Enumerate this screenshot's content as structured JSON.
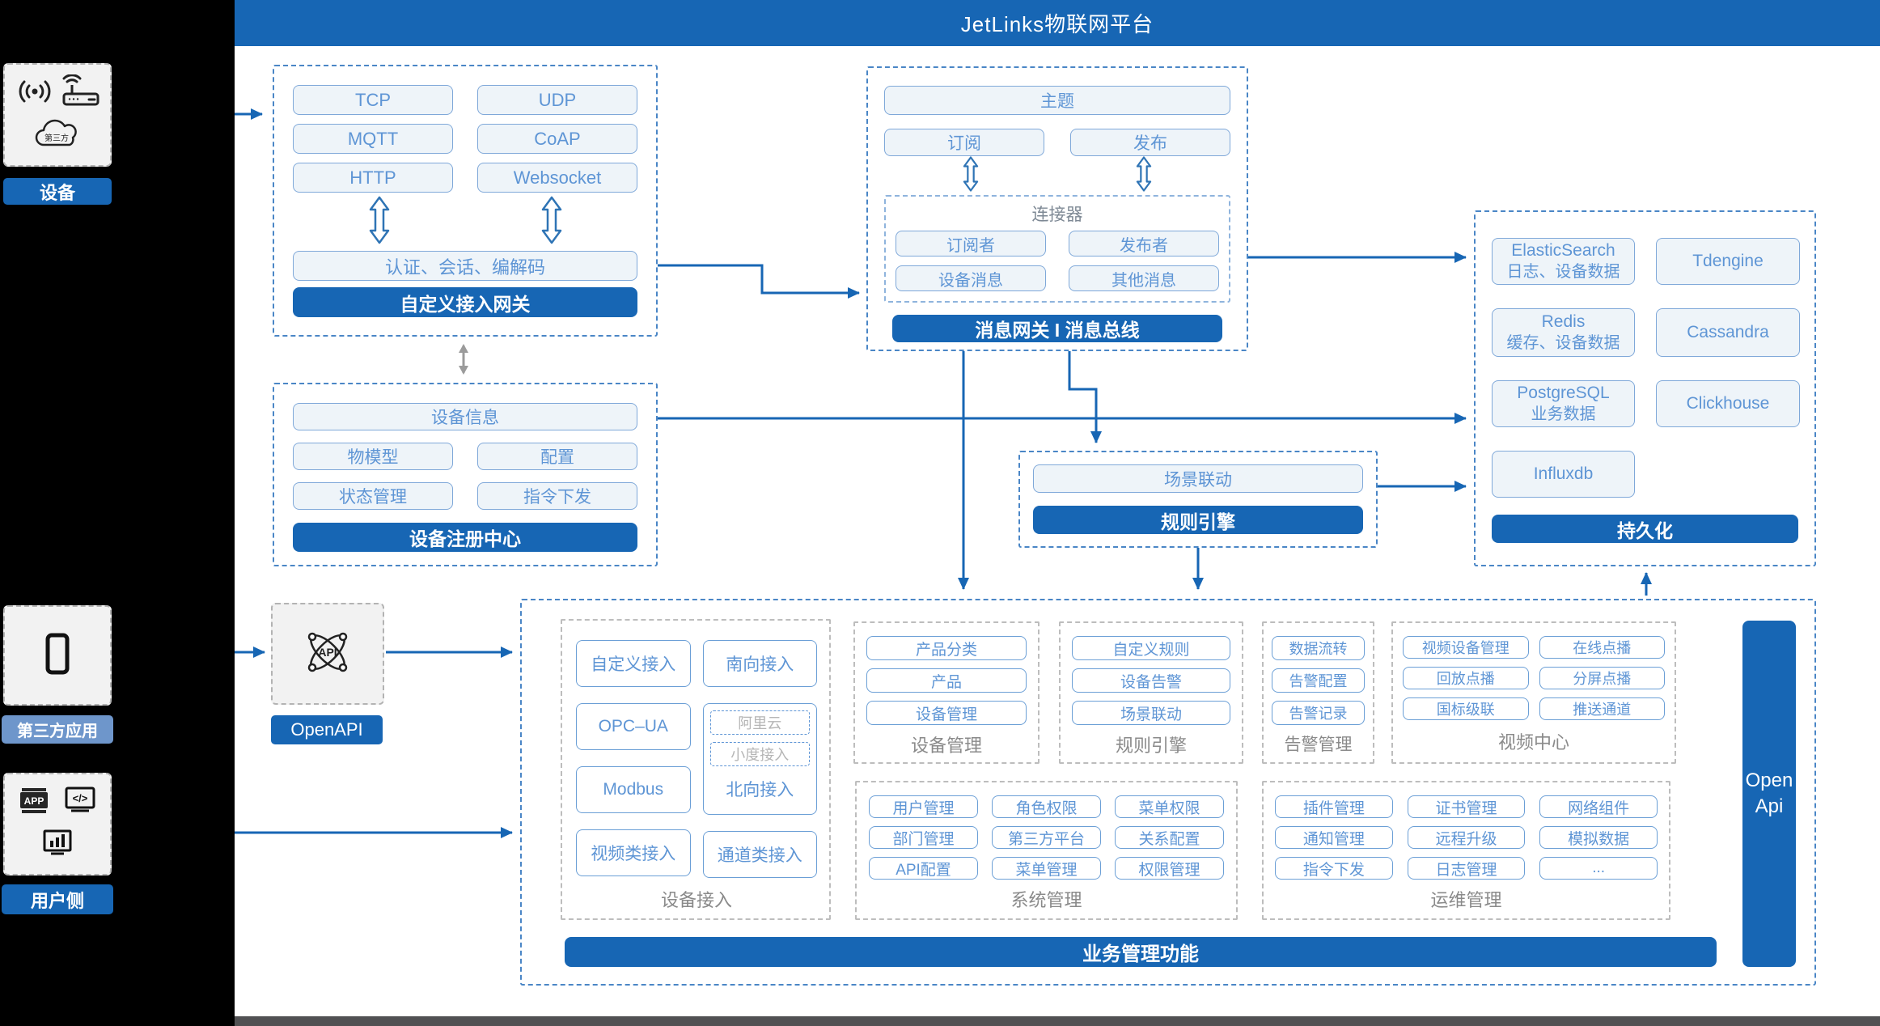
{
  "title": "JetLinks物联网平台",
  "colors": {
    "brand": "#1766b4",
    "pill_text": "#5e95d5",
    "light_label": "#6e96cb",
    "gray_label": "#8a8a8a"
  },
  "left_panel": {
    "device_label": "设备",
    "cloud_text": "第三方",
    "third_party_label": "第三方应用",
    "user_label": "用户侧",
    "app_icon_text": "APP",
    "code_icon_text": "</>"
  },
  "gateway": {
    "protocols": [
      "TCP",
      "UDP",
      "MQTT",
      "CoAP",
      "HTTP",
      "Websocket"
    ],
    "session_pill": "认证、会话、编解码",
    "footer": "自定义接入网关"
  },
  "registry": {
    "info_pill": "设备信息",
    "cells": [
      "物模型",
      "配置",
      "状态管理",
      "指令下发"
    ],
    "footer": "设备注册中心"
  },
  "message_bus": {
    "topic": "主题",
    "subscribe": "订阅",
    "publish": "发布",
    "connector_title": "连接器",
    "cells": [
      "订阅者",
      "发布者",
      "设备消息",
      "其他消息"
    ],
    "footer": "消息网关 I 消息总线"
  },
  "scene": {
    "pill": "场景联动",
    "footer": "规则引擎"
  },
  "persistence": {
    "cells": [
      {
        "l1": "ElasticSearch",
        "l2": "日志、设备数据"
      },
      {
        "l1": "Tdengine"
      },
      {
        "l1": "Redis",
        "l2": "缓存、设备数据"
      },
      {
        "l1": "Cassandra"
      },
      {
        "l1": "PostgreSQL",
        "l2": "业务数据"
      },
      {
        "l1": "Clickhouse"
      },
      {
        "l1": "Influxdb"
      }
    ],
    "footer": "持久化"
  },
  "openapi": {
    "label": "OpenAPI",
    "icon_text": "API"
  },
  "business": {
    "device_access": {
      "label": "设备接入",
      "left": [
        "自定义接入",
        "OPC–UA",
        "Modbus",
        "视频类接入"
      ],
      "right_top": "南向接入",
      "north_dashed": [
        "阿里云",
        "小度接入"
      ],
      "north_label": "北向接入",
      "right_bottom": "通道类接入"
    },
    "device_mgmt": {
      "label": "设备管理",
      "items": [
        "产品分类",
        "产品",
        "设备管理"
      ]
    },
    "rule_engine": {
      "label": "规则引擎",
      "items": [
        "自定义规则",
        "设备告警",
        "场景联动"
      ]
    },
    "alarm": {
      "label": "告警管理",
      "items": [
        "数据流转",
        "告警配置",
        "告警记录"
      ]
    },
    "video": {
      "label": "视频中心",
      "items": [
        "视频设备管理",
        "在线点播",
        "回放点播",
        "分屏点播",
        "国标级联",
        "推送通道"
      ]
    },
    "system": {
      "label": "系统管理",
      "items": [
        "用户管理",
        "角色权限",
        "菜单权限",
        "部门管理",
        "第三方平台",
        "关系配置",
        "API配置",
        "菜单管理",
        "权限管理"
      ]
    },
    "ops": {
      "label": "运维管理",
      "items": [
        "插件管理",
        "证书管理",
        "网络组件",
        "通知管理",
        "远程升级",
        "模拟数据",
        "指令下发",
        "日志管理",
        "..."
      ]
    },
    "footer": "业务管理功能",
    "open_api_line1": "Open",
    "open_api_line2": "Api"
  }
}
